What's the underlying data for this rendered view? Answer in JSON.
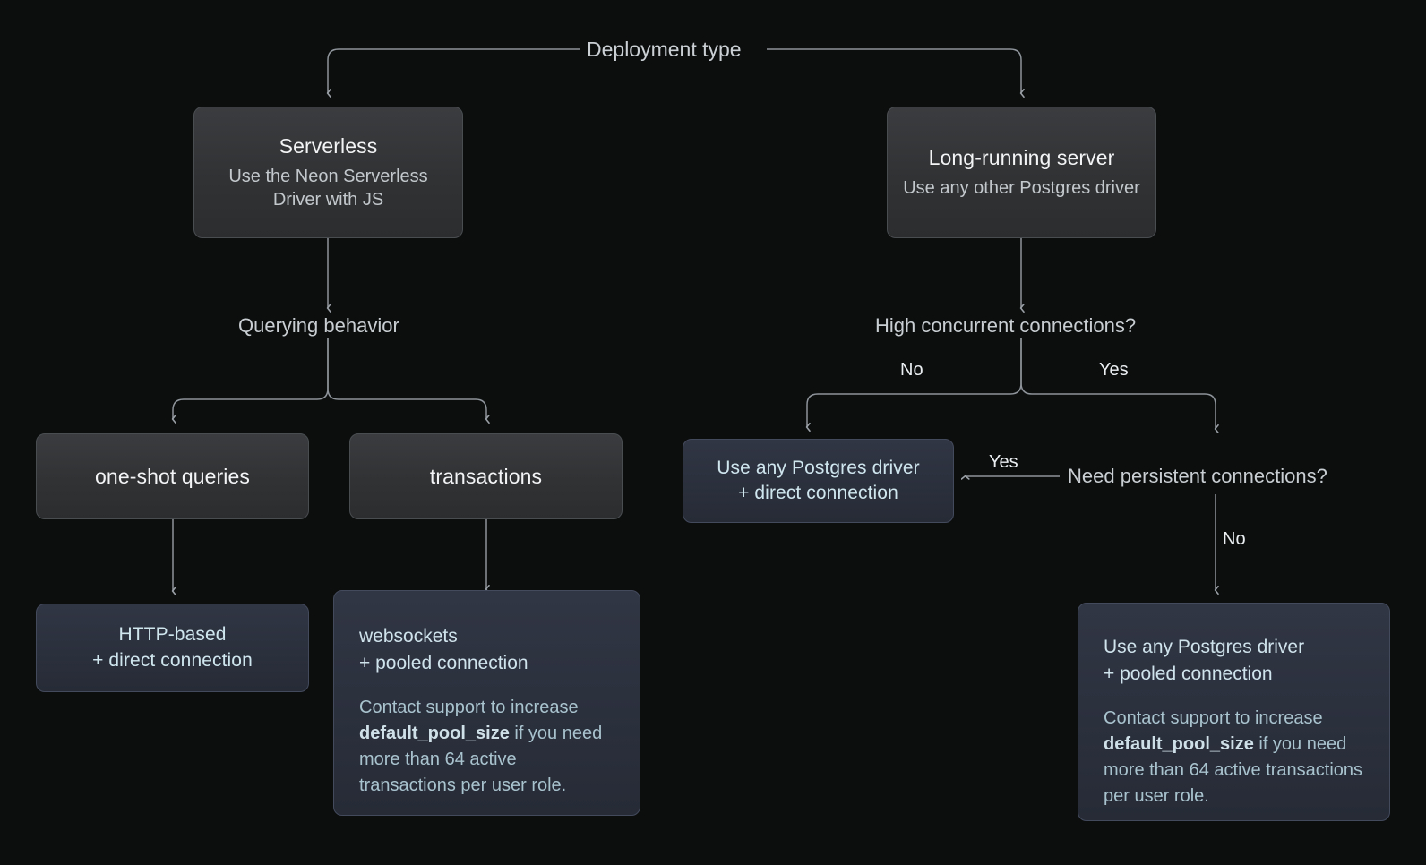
{
  "diagram": {
    "title": "Neon connection decision flowchart",
    "background_color": "#0c0e0e",
    "accent_blue": "#cfe3ec",
    "box_grey": "#333538",
    "box_blue": "#2b303d",
    "line_color": "#9aa0a6"
  },
  "root": {
    "label": "Deployment type"
  },
  "nodes": {
    "serverless": {
      "title": "Serverless",
      "subtitle": "Use the Neon Serverless Driver with JS"
    },
    "long_running": {
      "title": "Long-running server",
      "subtitle": "Use any other Postgres driver"
    },
    "querying_behavior": {
      "label": "Querying behavior"
    },
    "high_concurrent": {
      "label": "High concurrent connections?"
    },
    "need_persistent": {
      "label": "Need persistent connections?"
    },
    "one_shot": {
      "title": "one-shot queries"
    },
    "transactions": {
      "title": "transactions"
    },
    "http_based": {
      "line1": "HTTP-based",
      "line2": "+ direct connection"
    },
    "websockets": {
      "head_line1": "websockets",
      "head_line2": "+ pooled connection",
      "body_pre": "Contact support to increase ",
      "body_code": "default_pool_size",
      "body_post": " if you need more than 64 active transactions per user role."
    },
    "direct_connection": {
      "line1": "Use any Postgres driver",
      "line2": "+ direct connection"
    },
    "pooled_connection": {
      "head_line1": "Use any Postgres driver",
      "head_line2": "+ pooled connection",
      "body_pre": "Contact support to increase ",
      "body_code": "default_pool_size",
      "body_post": " if you need more than 64 active transactions per user role."
    }
  },
  "edge_labels": {
    "concurrent_no": "No",
    "concurrent_yes": "Yes",
    "persistent_yes": "Yes",
    "persistent_no": "No"
  }
}
